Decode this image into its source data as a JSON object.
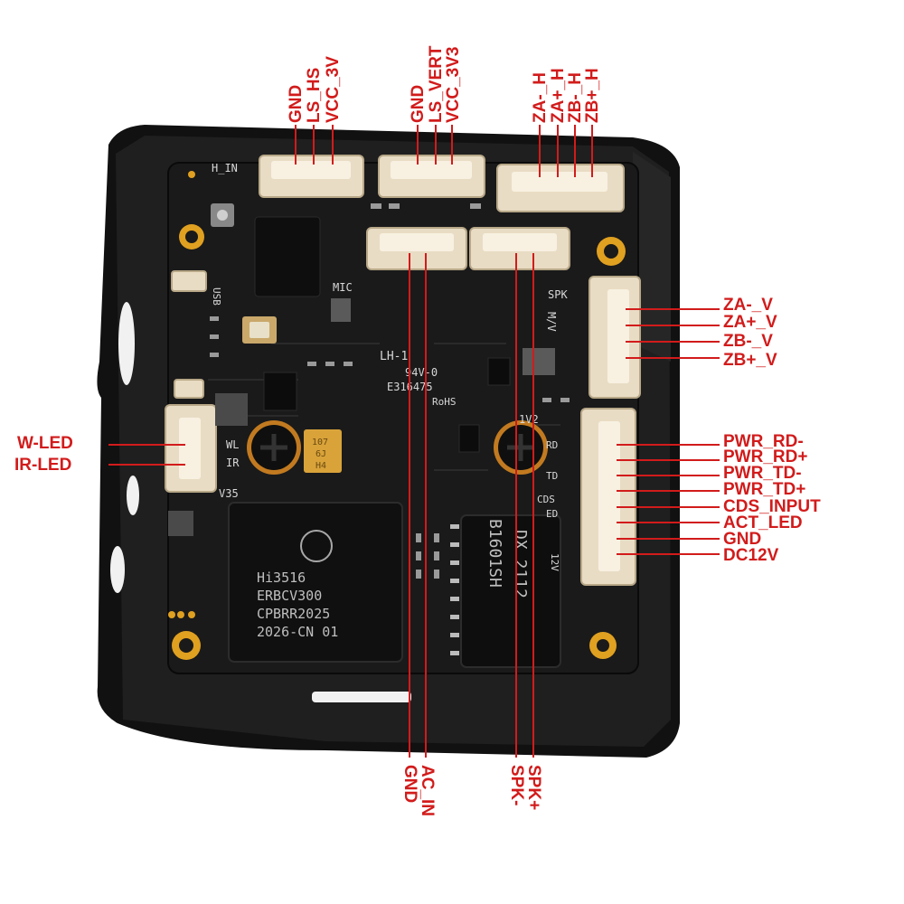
{
  "colors": {
    "label": "#d21b1b",
    "board": "#1b1b1b",
    "bracket": "#111111",
    "connector": "#e9dcc4",
    "pad": "#e0a020"
  },
  "labels": {
    "top_left": [
      "GND",
      "LS_HS",
      "VCC_3V"
    ],
    "top_mid": [
      "GND",
      "LS_VERT",
      "VCC_3V3"
    ],
    "top_right": [
      "ZA-_H",
      "ZA+_H",
      "ZB-_H",
      "ZB+_H"
    ],
    "right_upper": [
      "ZA-_V",
      "ZA+_V",
      "ZB-_V",
      "ZB+_V"
    ],
    "right_lower": [
      "PWR_RD-",
      "PWR_RD+",
      "PWR_TD-",
      "PWR_TD+",
      "CDS_INPUT",
      "ACT_LED",
      "GND",
      "DC12V"
    ],
    "left": [
      "W-LED",
      "IR-LED"
    ],
    "bottom_left": [
      "GND",
      "AC_IN"
    ],
    "bottom_right": [
      "SPK-",
      "SPK+"
    ]
  },
  "silkscreen": {
    "h_in": "H_IN",
    "usb": "USB",
    "mic": "MIC",
    "spk": "SPK",
    "mv": "M/V",
    "lh": "LH-1",
    "v94": "94V-0",
    "e_code": "E316475",
    "rohs": "RoHS",
    "v12": "1V2",
    "wl": "WL",
    "ir": "IR",
    "v35": "V35",
    "rd": "RD",
    "td": "TD",
    "cds": "CDS",
    "ed": "ED",
    "v12b": "12V"
  },
  "chip": {
    "line1": "Hi3516",
    "line2": "ERBCV300",
    "line3": "CPBRR2025",
    "line4": "2026-CN  01"
  },
  "phy": {
    "line1": "DX 2112",
    "line2": "B1601SH"
  },
  "cap": {
    "line1": "107",
    "line2": "6J",
    "line3": "H4"
  }
}
